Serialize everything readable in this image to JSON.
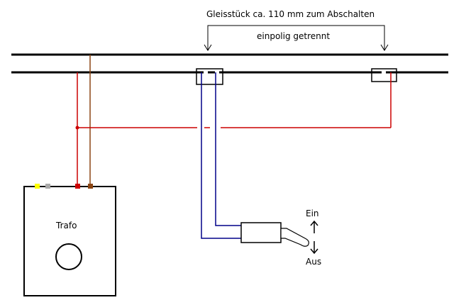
{
  "labels": {
    "section_title": "Gleisstück ca. 110 mm zum Abschalten",
    "separation_note": "einpolig getrennt",
    "transformer": "Trafo",
    "switch_on": "Ein",
    "switch_off": "Aus"
  },
  "colors": {
    "rail": "#000000",
    "feed_wire": "#cc0000",
    "ground_wire": "#8b4513",
    "switch_wire": "#000088",
    "terminal_yellow": "#ffff00",
    "terminal_gray": "#aaaaaa",
    "terminal_red": "#cc0000",
    "terminal_brown": "#8b4513"
  }
}
